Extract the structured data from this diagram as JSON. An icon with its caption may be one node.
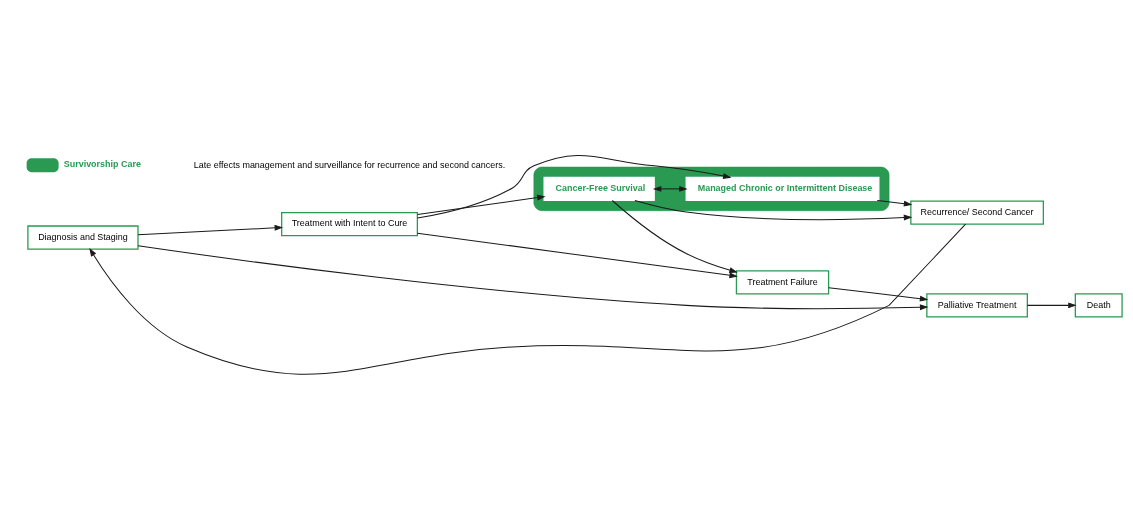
{
  "diagram": {
    "nodes": [
      {
        "text": [
          "Diagnosis and Staging"
        ]
      },
      {
        "text": [
          "Treatment with Intent to Cure"
        ]
      },
      {
        "text": [],
        "shape": "box"
      },
      {
        "text": [
          "Cancer-Free Survival"
        ],
        "in": 2
      },
      {
        "text": [
          "Managed Chronic or Intermittent Disease"
        ],
        "in": 2
      },
      {
        "text": [
          "Recurrence/ Second Cancer"
        ]
      },
      {
        "text": [
          "Treatment Failure"
        ]
      },
      {
        "text": [
          "Palliative Treatment"
        ]
      },
      {
        "text": [
          "Death"
        ]
      }
    ],
    "edges": [
      {
        "from": 0,
        "to": 1,
        "arrow": "to"
      },
      {
        "from": 1,
        "to": 3,
        "arrow": "to"
      },
      {
        "from": 1,
        "to": 4,
        "arrow": "to"
      },
      {
        "from": 1,
        "to": 6,
        "arrow": "to"
      },
      {
        "from": 3,
        "to": 4,
        "arrow": "both"
      },
      {
        "from": 3,
        "to": 5,
        "arrow": "to"
      },
      {
        "from": 4,
        "to": 5,
        "arrow": "to"
      },
      {
        "from": 3,
        "to": 6,
        "arrow": "to"
      },
      {
        "from": 6,
        "to": 7,
        "arrow": "to"
      },
      {
        "from": 0,
        "to": 7,
        "arrow": "to"
      },
      {
        "from": 7,
        "to": 8,
        "arrow": "to"
      },
      {
        "from": 5,
        "to": 0,
        "arrow": "to"
      }
    ],
    "labels": [
      "Late effects management and surveillance for recurrence and second cancers."
    ],
    "legend": [
      {
        "text": "Survivorship Care",
        "color": "#2a9952"
      }
    ]
  }
}
